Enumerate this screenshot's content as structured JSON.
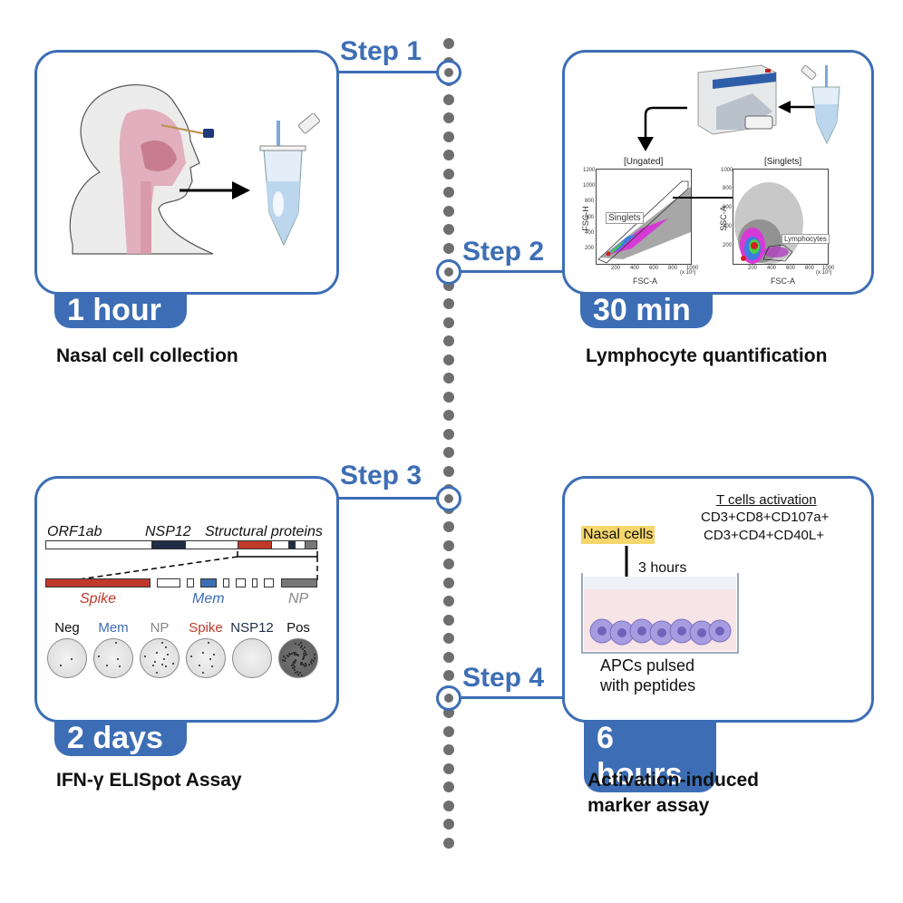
{
  "colors": {
    "accent": "#3d6eb5",
    "timeline_dot": "#6e6e6e",
    "spike": "#c0392b",
    "mem": "#3d6eb5",
    "np": "#888888",
    "nsp12": "#1f2d45",
    "highlight": "#f5d66b"
  },
  "steps": [
    {
      "label": "Step 1",
      "duration": "1 hour",
      "caption": "Nasal cell collection"
    },
    {
      "label": "Step 2",
      "duration": "30 min",
      "caption": "Lymphocyte quantification"
    },
    {
      "label": "Step 3",
      "duration": "2 days",
      "caption": "IFN-γ ELISpot Assay"
    },
    {
      "label": "Step 4",
      "duration": "6 hours",
      "caption_line1": "Activation-induced",
      "caption_line2": "marker assay"
    }
  ],
  "step1": {
    "illustration": "nasal-swab-head-icon",
    "tube": "collection-tube-icon"
  },
  "step2": {
    "instrument": "flow-cytometer-icon",
    "plot1": {
      "title": "[Ungated]",
      "xlabel": "FSC-A",
      "ylabel": "FSC-H",
      "unit": "(x 10³)",
      "x_ticks": [
        "200",
        "400",
        "600",
        "800",
        "1000"
      ],
      "y_ticks": [
        "200",
        "400",
        "600",
        "800",
        "1000",
        "1200"
      ],
      "gate": "Singlets"
    },
    "plot2": {
      "title": "[Singlets]",
      "xlabel": "FSC-A",
      "ylabel": "SSC-A",
      "unit": "(x 10³)",
      "x_ticks": [
        "200",
        "400",
        "600",
        "800",
        "1000"
      ],
      "y_ticks": [
        "200",
        "400",
        "600",
        "800",
        "1000"
      ],
      "gate": "Lymphocytes"
    }
  },
  "step3": {
    "genome_labels": {
      "orf1ab": "ORF1ab",
      "nsp12": "NSP12",
      "structural": "Structural proteins"
    },
    "protein_labels": {
      "spike": "Spike",
      "mem": "Mem",
      "np": "NP"
    },
    "wells": [
      {
        "label": "Neg",
        "color": "#111111"
      },
      {
        "label": "Mem",
        "color": "#3d6eb5"
      },
      {
        "label": "NP",
        "color": "#888888"
      },
      {
        "label": "Spike",
        "color": "#c0392b"
      },
      {
        "label": "NSP12",
        "color": "#1f2d45"
      },
      {
        "label": "Pos",
        "color": "#111111"
      }
    ]
  },
  "step4": {
    "activation_title": "T cells activation",
    "marker1": "CD3+CD8+CD107a+",
    "marker2": "CD3+CD4+CD40L+",
    "nasal_cells": "Nasal cells",
    "incubation": "3 hours",
    "apc_line1": "APCs pulsed",
    "apc_line2": "with peptides"
  }
}
